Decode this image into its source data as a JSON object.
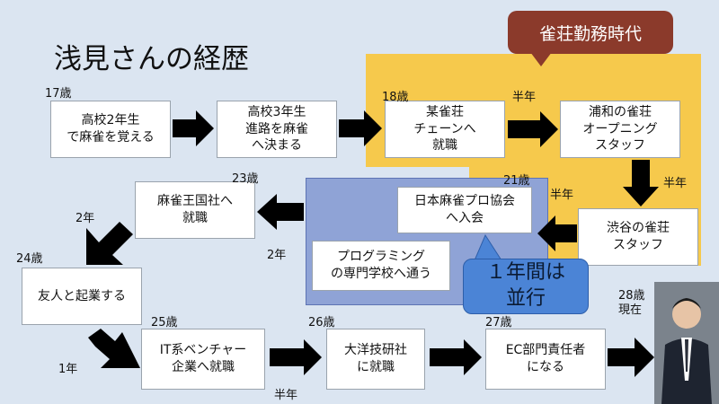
{
  "title": "浅見さんの経歴",
  "highlight_label": "雀荘勤務時代",
  "parallel_label": "１年間は\n並行",
  "boxes": {
    "b1": "高校2年生\nで麻雀を覚える",
    "b2": "高校3年生\n進路を麻雀\nへ決まる",
    "b3": "某雀荘\nチェーンへ\n就職",
    "b4": "浦和の雀荘\nオープニング\nスタッフ",
    "b5": "渋谷の雀荘\nスタッフ",
    "b6": "日本麻雀プロ協会\nへ入会",
    "b7": "プログラミング\nの専門学校へ通う",
    "b8": "麻雀王国社へ\n就職",
    "b9": "友人と起業する",
    "b10": "IT系ベンチャー\n企業へ就職",
    "b11": "大洋技研社\nに就職",
    "b12": "EC部門責任者\nになる"
  },
  "ages": {
    "a17": "17歳",
    "a18": "18歳",
    "a21": "21歳",
    "a23": "23歳",
    "a24": "24歳",
    "a25": "25歳",
    "a26": "26歳",
    "a27": "27歳",
    "a28": "28歳\n現在"
  },
  "durations": {
    "d1": "半年",
    "d2": "半年",
    "d3": "半年",
    "d4": "2年",
    "d5": "2年",
    "d6": "1年",
    "d7": "半年"
  },
  "colors": {
    "yellow": "#f6c94c",
    "blue_region": "#8fa3d6",
    "callout_red": "#8b3a2b",
    "callout_blue": "#4b84d6"
  }
}
